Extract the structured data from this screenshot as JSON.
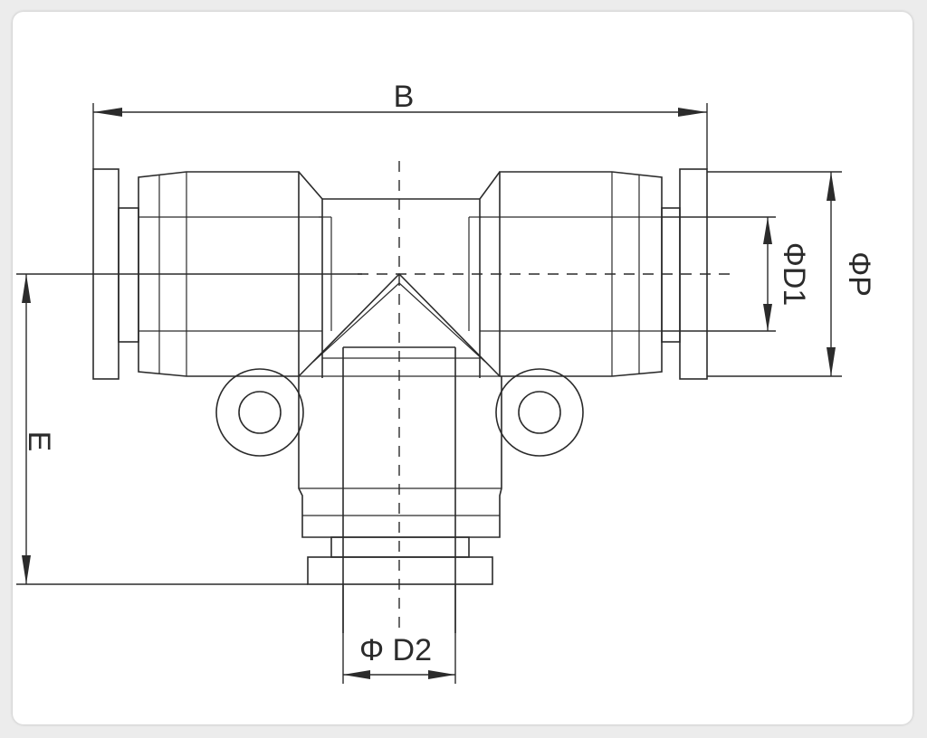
{
  "diagram": {
    "labels": {
      "B": "B",
      "phi_p": "ΦP",
      "phi_d1": "ΦD1",
      "e": "E",
      "phi_d2": "Φ D2"
    }
  }
}
